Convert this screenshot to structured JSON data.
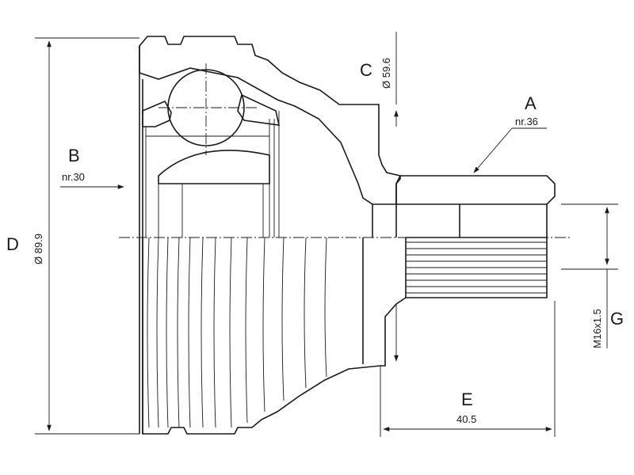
{
  "labels": {
    "A": {
      "letter": "A",
      "value": "nr.36"
    },
    "B": {
      "letter": "B",
      "value": "nr.30"
    },
    "C": {
      "letter": "C",
      "value": "Ø 59.6"
    },
    "D": {
      "letter": "D",
      "value": "Ø 89.9"
    },
    "E": {
      "letter": "E",
      "value": "40.5"
    },
    "G": {
      "letter": "G",
      "value": "M16x1.5"
    }
  }
}
